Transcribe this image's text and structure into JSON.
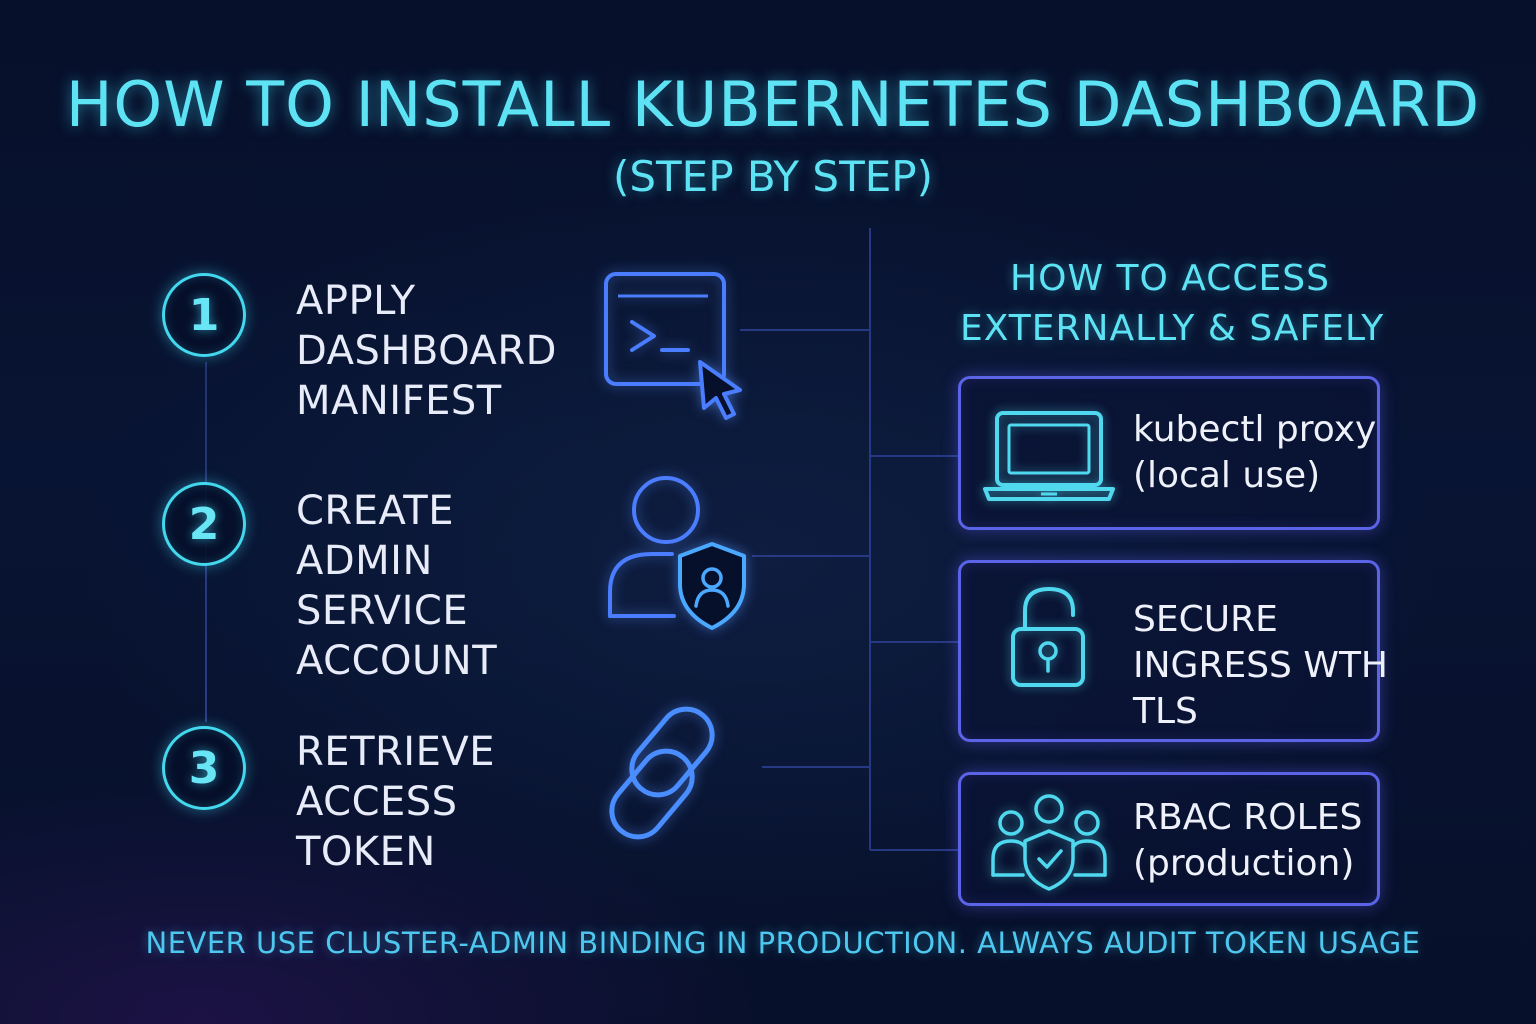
{
  "title": "HOW TO INSTALL KUBERNETES DASHBOARD",
  "subtitle": "(STEP BY STEP)",
  "steps": [
    {
      "number": "1",
      "label_lines": [
        "APPLY",
        "DASHBOARD",
        "MANIFEST"
      ],
      "icon": "terminal-cursor-icon"
    },
    {
      "number": "2",
      "label_lines": [
        "CREATE",
        "ADMIN",
        "SERVICE",
        "ACCOUNT"
      ],
      "icon": "user-shield-icon"
    },
    {
      "number": "3",
      "label_lines": [
        "RETRIEVE",
        "ACCESS",
        "TOKEN"
      ],
      "icon": "link-icon"
    }
  ],
  "access": {
    "heading_lines": [
      "HOW TO ACCESS",
      "EXTERNALLY & SAFELY"
    ],
    "options": [
      {
        "label_lines": [
          "kubectl proxy",
          "(local use)"
        ],
        "icon": "laptop-icon"
      },
      {
        "label_lines": [
          "SECURE",
          "INGRESS WTH",
          "TLS"
        ],
        "icon": "padlock-icon"
      },
      {
        "label_lines": [
          "RBAC ROLES",
          "(production)"
        ],
        "icon": "team-shield-icon"
      }
    ]
  },
  "footer": "NEVER USE CLUSTER-ADMIN BINDING IN PRODUCTION. ALWAYS AUDIT TOKEN USAGE",
  "colors": {
    "accent_cyan": "#5ee3f5",
    "accent_blue": "#4a7dff",
    "card_border": "#5b63e6",
    "text_white": "#e8ecf8",
    "background": "#07102a"
  }
}
